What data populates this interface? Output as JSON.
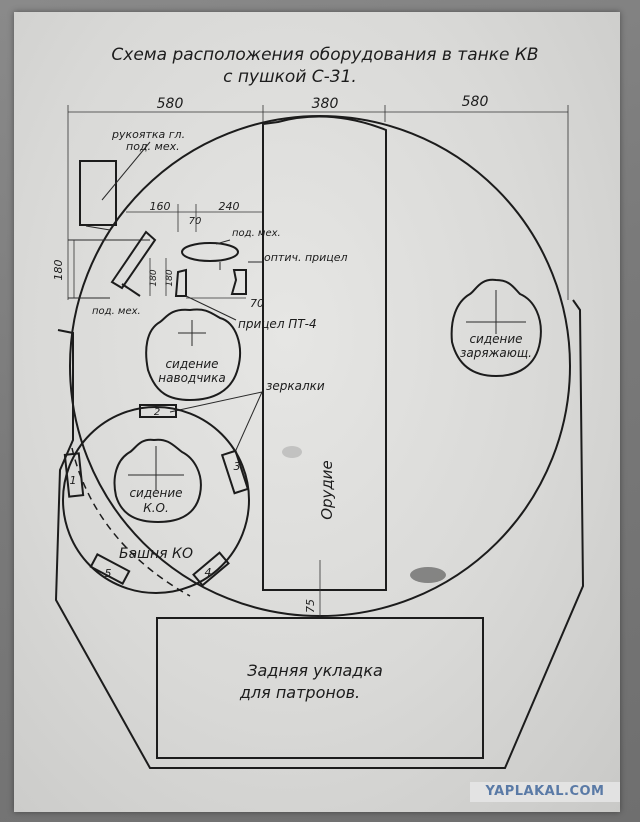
{
  "title": {
    "line1": "Схема расположения оборудования в танке КВ",
    "line2": "с пушкой С-31."
  },
  "dimensions": {
    "left_width": "580",
    "center_width": "380",
    "right_width": "580",
    "d160": "160",
    "d240": "240",
    "d70_top": "70",
    "d70_bottom": "70",
    "d180_left": "180",
    "d180_mid": "180",
    "d180_mid2": "180",
    "d75": "75"
  },
  "labels": {
    "handle_line1": "рукоятка гл.",
    "handle_line2": "под. мех.",
    "pod_mekh_top": "под. мех.",
    "pod_mekh_left": "под. мех.",
    "optic_sight": "оптич. прицел",
    "sight_pt4": "прицел ПТ-4",
    "mirrors": "зеркалки",
    "gunner_seat_line1": "сидение",
    "gunner_seat_line2": "наводчика",
    "loader_seat_line1": "сидение",
    "loader_seat_line2": "заряжающ.",
    "commander_seat_line1": "сидение",
    "commander_seat_line2": "К.О.",
    "turret_ko": "Башня КО",
    "gun": "Орудие",
    "rear_stowage_line1": "Задняя укладка",
    "rear_stowage_line2": "для патронов.",
    "mirror_1": "1",
    "mirror_2": "2",
    "mirror_3": "3",
    "mirror_4": "4",
    "mirror_5": "5"
  },
  "watermark": "YAPLAKAL.COM"
}
